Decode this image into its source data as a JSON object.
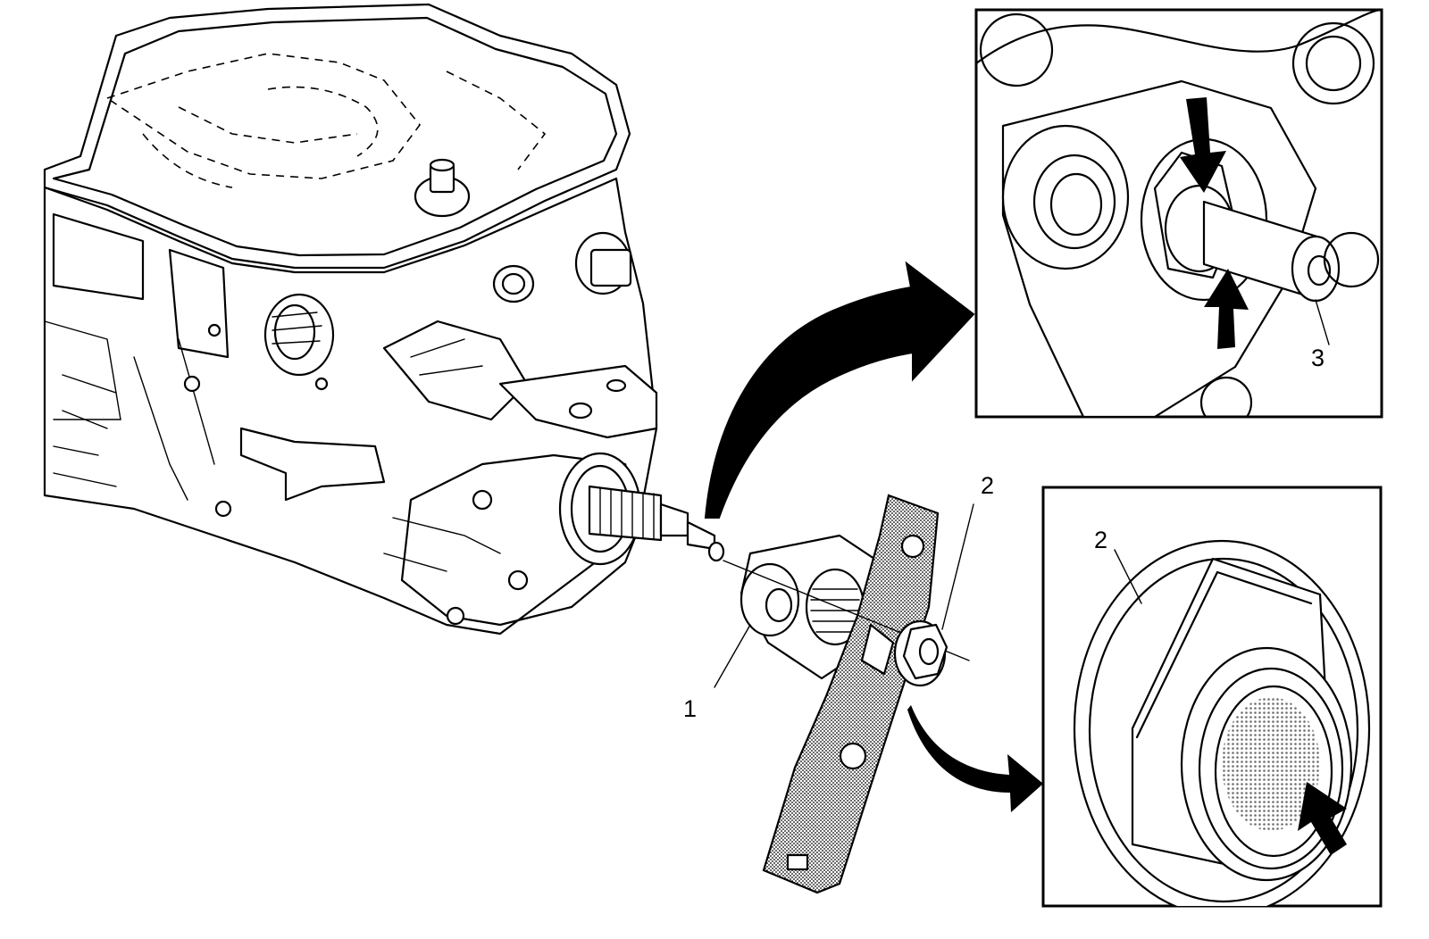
{
  "callouts": {
    "one": "1",
    "two_main": "2",
    "two_detail": "2",
    "three": "3"
  },
  "colors": {
    "ink": "#000000",
    "paper": "#ffffff",
    "tool_fill": "#9a9a9a"
  },
  "icons": {
    "main_arrow": "curved-arrow-icon",
    "detail_arrow": "curved-arrow-icon",
    "pointer_arrows": "solid-arrow-icon"
  }
}
